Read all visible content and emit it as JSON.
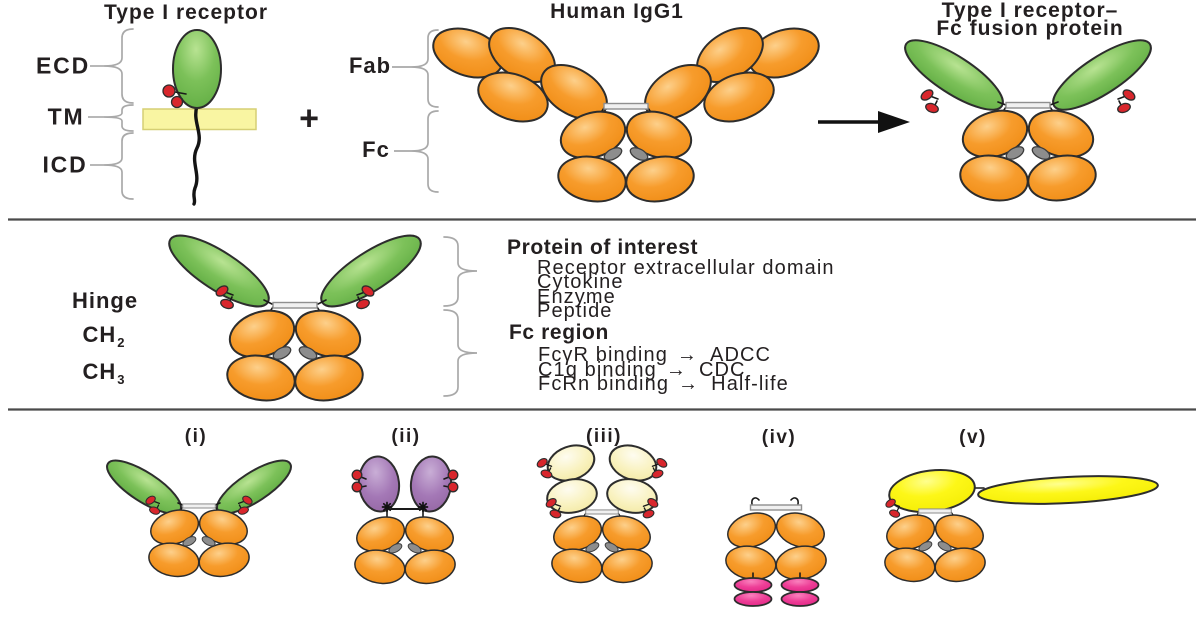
{
  "colors": {
    "domain_orange": "#F5941F",
    "receptor_green": "#6CB94C",
    "membrane_yellow": "#F9F5A2",
    "glycan_red": "#D8262C",
    "glycan_gray": "#8D8D8D",
    "variant_purple": "#9A6FB0",
    "variant_cream": "#F7EFAE",
    "variant_magenta": "#EE3D96",
    "variant_yellow": "#FAF404",
    "outline": "#2D2D2D"
  },
  "top": {
    "receptor": {
      "title": "Type I receptor",
      "region_labels": [
        {
          "text": "ECD"
        },
        {
          "text": "TM"
        },
        {
          "text": "ICD"
        }
      ]
    },
    "plus_sign": "+",
    "igg": {
      "title": "Human IgG1",
      "region_labels": [
        {
          "text": "Fab"
        },
        {
          "text": "Fc"
        }
      ]
    },
    "fusion": {
      "title_line1": "Type I receptor–",
      "title_line2": "Fc fusion protein"
    }
  },
  "middle": {
    "left_labels": [
      {
        "text": "Hinge"
      },
      {
        "text": "CH",
        "sub": "2"
      },
      {
        "text": "CH",
        "sub": "3"
      }
    ],
    "protein_of_interest": {
      "heading": "Protein of interest",
      "items": [
        "Receptor extracellular domain",
        "Cytokine",
        "Enzyme",
        "Peptide"
      ]
    },
    "fc_region": {
      "heading": "Fc region",
      "arrow_glyph": "→",
      "items": [
        {
          "label": "FcγR binding",
          "result": "ADCC"
        },
        {
          "label": "C1q binding",
          "result": "CDC"
        },
        {
          "label": "FcRn binding",
          "result": "Half-life"
        }
      ]
    }
  },
  "variants": {
    "labels": [
      "(i)",
      "(ii)",
      "(iii)",
      "(iv)",
      "(v)"
    ]
  }
}
